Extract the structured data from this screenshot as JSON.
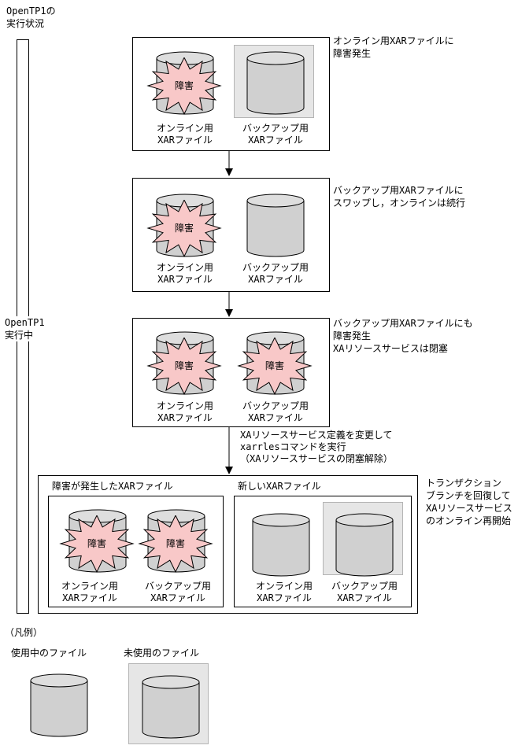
{
  "status_column": {
    "header_line1": "OpenTP1の",
    "header_line2": "実行状況",
    "running_line1": "OpenTP1",
    "running_line2": "実行中"
  },
  "stages": [
    {
      "note_lines": [
        "オンライン用XARファイルに",
        "障害発生"
      ]
    },
    {
      "note_lines": [
        "バックアップ用XARファイルに",
        "スワップし，オンラインは続行"
      ]
    },
    {
      "note_lines": [
        "バックアップ用XARファイルにも",
        "障害発生",
        "XAリソースサービスは閉塞"
      ]
    }
  ],
  "files": {
    "online": {
      "line1": "オンライン用",
      "line2": "XARファイル"
    },
    "backup": {
      "line1": "バックアップ用",
      "line2": "XARファイル"
    },
    "fault_label": "障害"
  },
  "step_note": [
    "XAリソースサービス定義を変更して",
    "xarrlesコマンドを実行",
    "（XAリソースサービスの閉塞解除）"
  ],
  "final_stage": {
    "old_group_title": "障害が発生したXARファイル",
    "new_group_title": "新しいXARファイル",
    "note_lines": [
      "トランザクション",
      "ブランチを回復して",
      "XAリソースサービス",
      "のオンライン再開始"
    ]
  },
  "legend": {
    "title": "（凡例）",
    "in_use": "使用中のファイル",
    "unused": "未使用のファイル"
  },
  "colors": {
    "fault_fill": "#f8c8c8",
    "unused_bg": "#e6e6e6",
    "cylinder_gray": "#d0d0d0"
  }
}
